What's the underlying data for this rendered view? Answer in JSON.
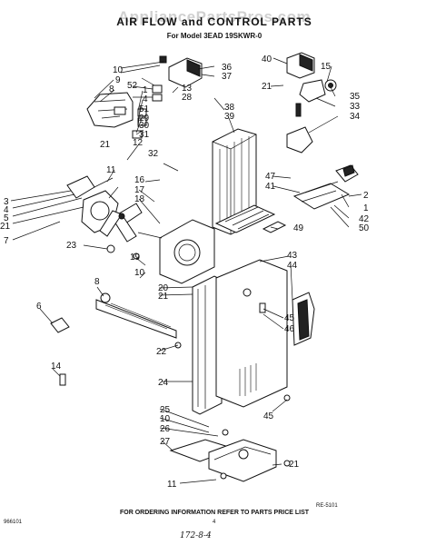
{
  "header": {
    "title": "AIR FLOW and CONTROL PARTS",
    "subtitle": "For Model 3EAD 19SKWR-0",
    "watermark": "AppliancePartsPros.com"
  },
  "callouts": [
    "1",
    "2",
    "3",
    "4",
    "5",
    "6",
    "7",
    "8",
    "9",
    "10",
    "11",
    "12",
    "13",
    "14",
    "15",
    "16",
    "17",
    "18",
    "19",
    "20",
    "21",
    "22",
    "23",
    "24",
    "25",
    "26",
    "27",
    "28",
    "29",
    "30",
    "31",
    "32",
    "33",
    "34",
    "35",
    "36",
    "37",
    "38",
    "39",
    "40",
    "41",
    "42",
    "43",
    "44",
    "45",
    "46",
    "47",
    "49",
    "50",
    "51",
    "52"
  ],
  "footer": {
    "notice": "FOR ORDERING INFORMATION REFER TO PARTS PRICE LIST",
    "page_number": "4",
    "doc_code": "RE-5101",
    "left_code": "966101",
    "handwritten_date": "172-8-4"
  }
}
